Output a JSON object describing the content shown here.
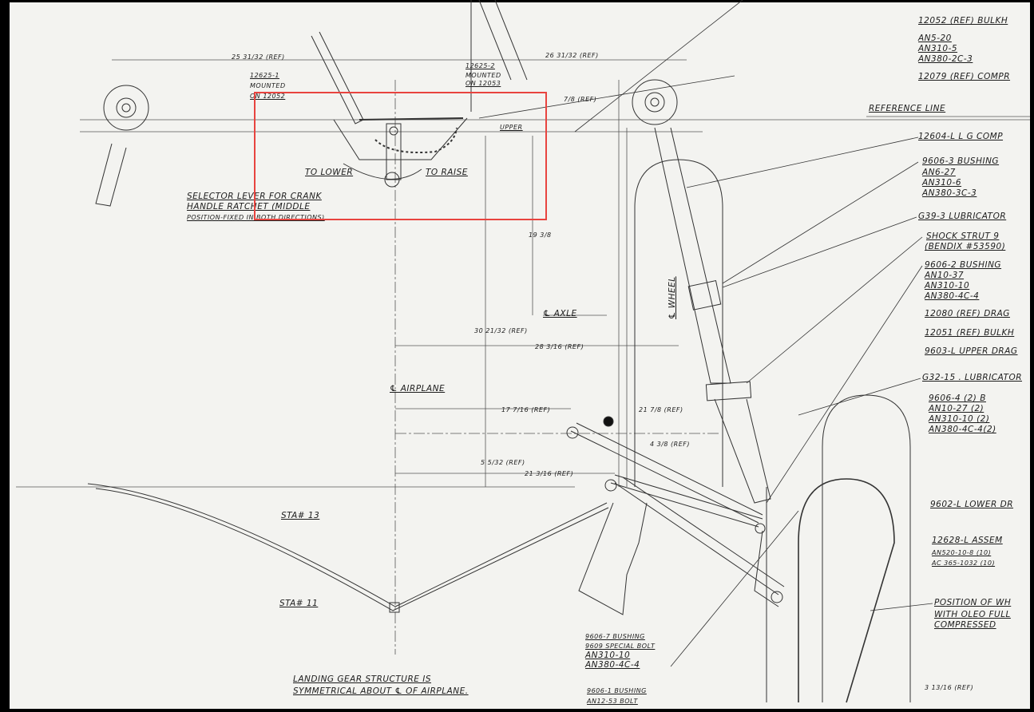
{
  "parts_list": {
    "p12052": "12052 (REF) BULKH",
    "an5_20": "AN5-20",
    "an310_5": "AN310-5",
    "an380_2c_3": "AN380-2C-3",
    "p12079": "12079 (REF) COMPR",
    "reference_line": "REFERENCE LINE",
    "p12604": "12604-L  L G COMP",
    "p9606_3": "9606-3  BUSHING",
    "an6_27": "AN6-27",
    "an310_6": "AN310-6",
    "an380_3c_3": "AN380-3C-3",
    "g39_3": "G39-3  LUBRICATOR",
    "shock_strut": "SHOCK STRUT 9",
    "bendix": "(BENDIX #53590)",
    "p9606_2": "9606-2  BUSHING",
    "an10_37": "AN10-37",
    "an310_10": "AN310-10",
    "an380_4c_4": "AN380-4C-4",
    "p12080": "12080 (REF) DRAG",
    "p12051": "12051 (REF) BULKH",
    "p9603": "9603-L UPPER DRAG",
    "g32_15": "G32-15 . LUBRICATOR",
    "p9606_4": "9606-4     (2)  B",
    "an10_27": "AN10-27    (2)",
    "an310_10_2": "AN310-10   (2)",
    "an380_4c_4_2": "AN380-4C-4(2)",
    "p9602": "9602-L  LOWER DR",
    "p12628": "12628-L ASSEM",
    "an520": "AN520-10-8    (10)",
    "ac365": "AC 365-1032    (10)",
    "position_1": "POSITION OF WH",
    "position_2": "WITH OLEO FULL",
    "position_3": "COMPRESSED"
  },
  "lower_parts": {
    "p9606_7": "9606-7 BUSHING",
    "p9609": "9609 SPECIAL BOLT",
    "an310_10": "AN310-10",
    "an380_4c_4": "AN380-4C-4",
    "p9606_1": "9606-1 BUSHING",
    "an12_53": "AN12-53 BOLT"
  },
  "notes": {
    "symmetry_1": "LANDING GEAR STRUCTURE IS",
    "symmetry_2": "SYMMETRICAL ABOUT ℄ OF AIRPLANE.",
    "sta13": "STA# 13",
    "sta11": "STA# 11",
    "cl_airplane": "℄ AIRPLANE",
    "cl_axle": "℄ AXLE",
    "wheel": "℄ WHEEL",
    "p12625_1": [
      "12625-1",
      "MOUNTED",
      "ON 12052"
    ],
    "p12625_2": [
      "12625-2",
      "MOUNTED",
      "ON 12053"
    ],
    "to_lower": "TO LOWER",
    "to_raise": "TO RAISE",
    "upper": "UPPER",
    "selector": [
      "SELECTOR LEVER FOR CRANK",
      "HANDLE RATCHET (MIDDLE",
      "POSITION-FIXED IN BOTH DIRECTIONS)"
    ]
  },
  "dimensions": {
    "d25": "25 31/32 (REF)",
    "d26": "26 31/32 (REF)",
    "d7_8": "7/8 (REF)",
    "d19": "19 3/8",
    "d30": "30 21/32 (REF)",
    "d28": "28 3/16 (REF)",
    "d17": "17 7/16 (REF)",
    "d21_7": "21 7/8 (REF)",
    "d4": "4 3/8 (REF)",
    "d5": "5 5/32 (REF)",
    "d21_3": "21 3/16 (REF)",
    "d3": "3 13/16 (REF)"
  },
  "highlight_color": "#e8443f"
}
